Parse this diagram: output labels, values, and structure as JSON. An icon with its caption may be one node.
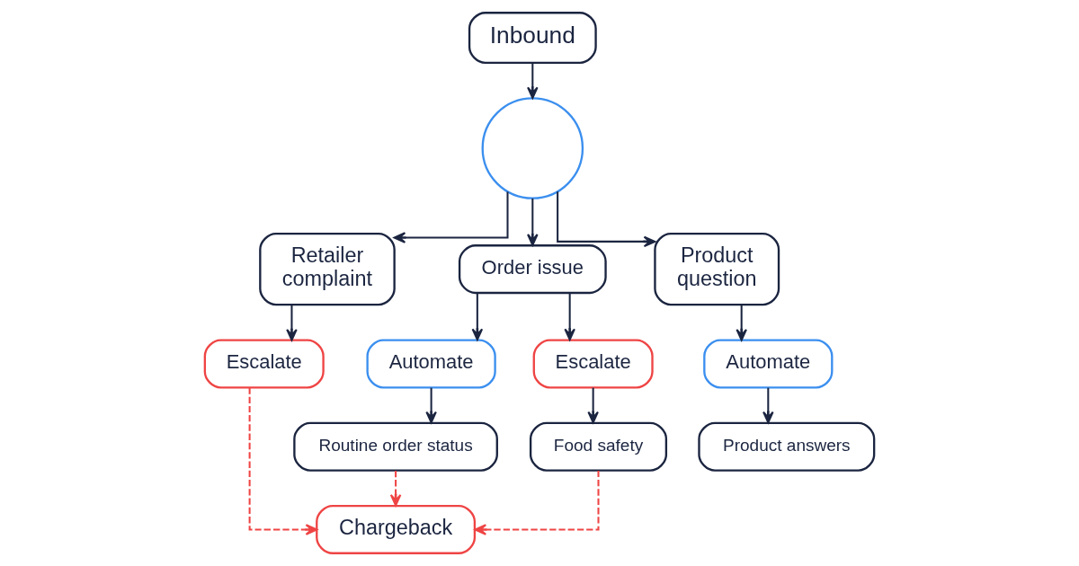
{
  "diagram": {
    "nodes": [
      {
        "text": [
          "Inbound"
        ]
      },
      {
        "text": [],
        "shape": "circle"
      },
      {
        "text": [
          "Retailer complaint"
        ]
      },
      {
        "text": [
          "Order issue"
        ]
      },
      {
        "text": [
          "Product question"
        ]
      },
      {
        "text": [
          "Escalate"
        ]
      },
      {
        "text": [
          "Automate"
        ]
      },
      {
        "text": [
          "Escalate"
        ]
      },
      {
        "text": [
          "Automate"
        ]
      },
      {
        "text": [
          "Routine order status"
        ]
      },
      {
        "text": [
          "Food safety"
        ]
      },
      {
        "text": [
          "Product answers"
        ]
      },
      {
        "text": [
          "Chargeback"
        ]
      }
    ],
    "edges": [
      {
        "from": 0,
        "to": 1,
        "arrow": "to"
      },
      {
        "from": 1,
        "to": 2,
        "arrow": "to"
      },
      {
        "from": 1,
        "to": 3,
        "arrow": "to"
      },
      {
        "from": 1,
        "to": 4,
        "arrow": "to"
      },
      {
        "from": 2,
        "to": 5,
        "arrow": "to"
      },
      {
        "from": 3,
        "to": 6,
        "arrow": "to"
      },
      {
        "from": 3,
        "to": 7,
        "arrow": "to"
      },
      {
        "from": 4,
        "to": 8,
        "arrow": "to"
      },
      {
        "from": 6,
        "to": 9,
        "arrow": "to"
      },
      {
        "from": 7,
        "to": 10,
        "arrow": "to"
      },
      {
        "from": 8,
        "to": 11,
        "arrow": "to"
      },
      {
        "from": 5,
        "to": 12,
        "arrow": "to",
        "style": "dashed",
        "color": "#ef4444"
      },
      {
        "from": 9,
        "to": 12,
        "arrow": "to",
        "style": "dashed",
        "color": "#ef4444"
      },
      {
        "from": 10,
        "to": 12,
        "arrow": "to",
        "style": "dashed",
        "color": "#ef4444"
      }
    ]
  }
}
